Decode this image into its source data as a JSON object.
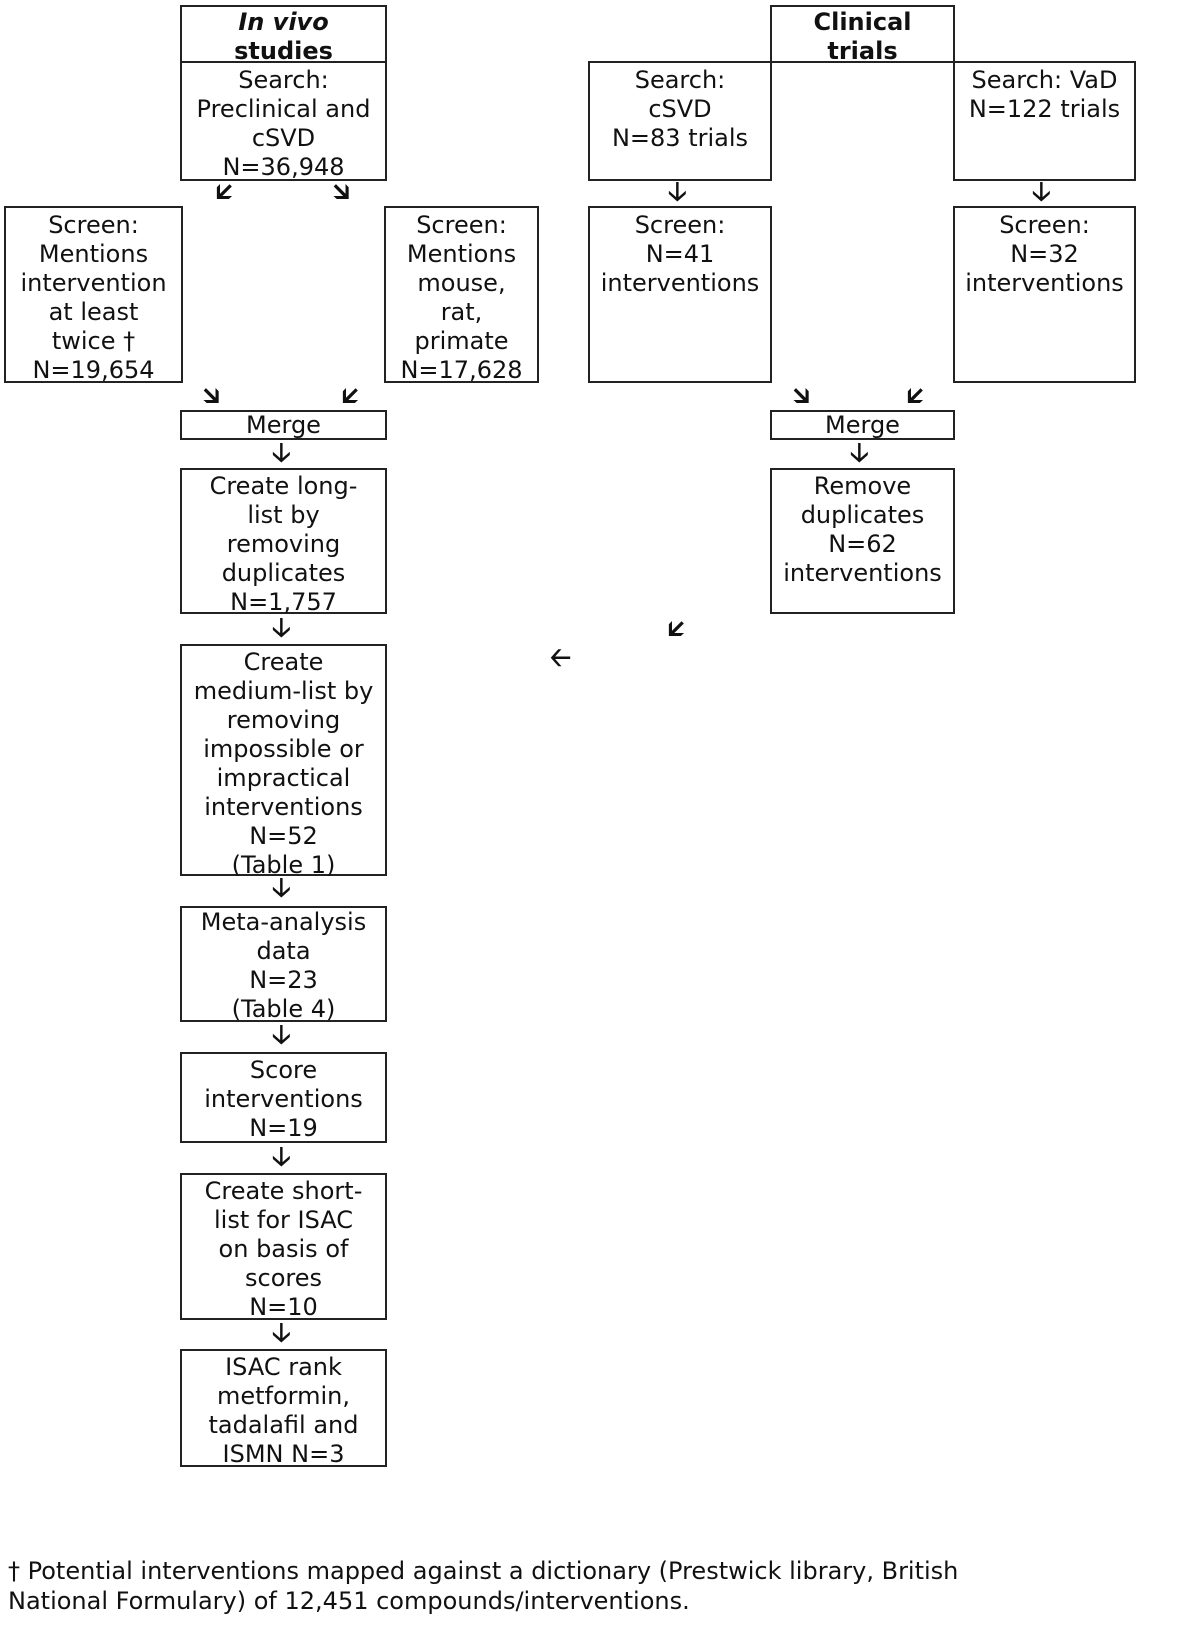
{
  "headers": {
    "in_vivo": [
      "In vivo",
      "studies"
    ],
    "clinical": [
      "Clinical",
      "trials"
    ]
  },
  "left": {
    "search": [
      "Search:",
      "Preclinical and",
      "cSVD",
      "N=36,948"
    ],
    "screen_a": [
      "Screen:",
      "Mentions",
      "intervention",
      "at least",
      "twice †",
      "N=19,654"
    ],
    "screen_b": [
      "Screen:",
      "Mentions",
      "mouse,",
      "rat,",
      "primate",
      "N=17,628"
    ],
    "merge": [
      "Merge"
    ],
    "longlist": [
      "Create long-",
      "list by",
      "removing",
      "duplicates",
      "N=1,757"
    ],
    "mediumlist": [
      "Create",
      "medium-list by",
      "removing",
      "impossible or",
      "impractical",
      "interventions",
      "N=52",
      "(Table 1)"
    ],
    "meta": [
      "Meta-analysis",
      "data",
      "N=23",
      "(Table 4)"
    ],
    "score": [
      "Score",
      "interventions",
      "N=19"
    ],
    "shortlist": [
      "Create short-",
      "list for ISAC",
      "on basis of",
      "scores",
      "N=10"
    ],
    "isac": [
      "ISAC rank",
      "metformin,",
      "tadalafil and",
      "ISMN N=3"
    ]
  },
  "right": {
    "search_csvd": [
      "Search:",
      "cSVD",
      "N=83 trials"
    ],
    "search_vad": [
      "Search: VaD",
      "N=122 trials"
    ],
    "screen_csvd": [
      "Screen:",
      "N=41",
      "interventions"
    ],
    "screen_vad": [
      "Screen:",
      "N=32",
      "interventions"
    ],
    "merge": [
      "Merge"
    ],
    "remove": [
      "Remove",
      "duplicates",
      "N=62",
      "interventions"
    ]
  },
  "arrows": {
    "down": "🡣",
    "down_left": "🡯",
    "down_right": "🡮",
    "left": "🡠"
  },
  "footnote": [
    "† Potential interventions mapped against a dictionary (Prestwick library, British",
    "National Formulary) of 12,451 compounds/interventions."
  ]
}
